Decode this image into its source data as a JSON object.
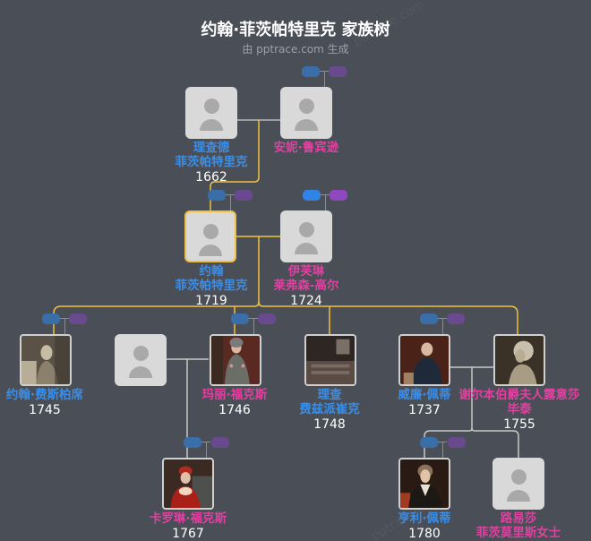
{
  "header": {
    "title": "约翰·菲茨帕特里克 家族树",
    "subtitle": "由 pptrace.com 生成"
  },
  "watermark": "pptrace.com",
  "colors": {
    "background": "#4a4f57",
    "male": "#3b8ee8",
    "female": "#e040a0",
    "highlight_line": "#f0c040",
    "line": "#c8c8c8"
  },
  "people": {
    "richard_1662": {
      "name_line1": "理查德",
      "name_line2": "菲茨帕特里克",
      "year": "1662",
      "gender": "male",
      "photo": false
    },
    "anne_robinson": {
      "name_line1": "安妮·鲁宾逊",
      "name_line2": "",
      "year": "",
      "gender": "female",
      "photo": false
    },
    "john_1719": {
      "name_line1": "约翰",
      "name_line2": "菲茨帕特里克",
      "year": "1719",
      "gender": "male",
      "photo": false,
      "selected": true
    },
    "evelyn_1724": {
      "name_line1": "伊芙琳",
      "name_line2": "莱弗森-高尔",
      "year": "1724",
      "gender": "female",
      "photo": false
    },
    "john_1745": {
      "name_line1": "约翰·费斯柏席",
      "year": "1745",
      "gender": "male",
      "photo": true
    },
    "unknown_spouse": {
      "name_line1": "",
      "year": "",
      "gender": "unknown",
      "photo": false
    },
    "mary_fox": {
      "name_line1": "玛丽·福克斯",
      "year": "1746",
      "gender": "female",
      "photo": true
    },
    "richard_1748": {
      "name_line1": "理查",
      "name_line2": "费兹派崔克",
      "year": "1748",
      "gender": "male",
      "photo": true
    },
    "william_petty": {
      "name_line1": "威廉·佩蒂",
      "year": "1737",
      "gender": "male",
      "photo": true
    },
    "louisa": {
      "name_line1": "谢尔本伯爵夫人露意莎",
      "name_line2": "毕泰",
      "year": "1755",
      "gender": "female",
      "photo": true
    },
    "caroline_fox": {
      "name_line1": "卡罗琳·福克斯",
      "year": "1767",
      "gender": "female",
      "photo": true
    },
    "henry_petty": {
      "name_line1": "亨利·佩蒂",
      "year": "1780",
      "gender": "male",
      "photo": true
    },
    "louisa_fitz": {
      "name_line1": "路易莎",
      "name_line2": "菲茨莫里斯女士",
      "year": "",
      "gender": "female",
      "photo": false
    }
  }
}
